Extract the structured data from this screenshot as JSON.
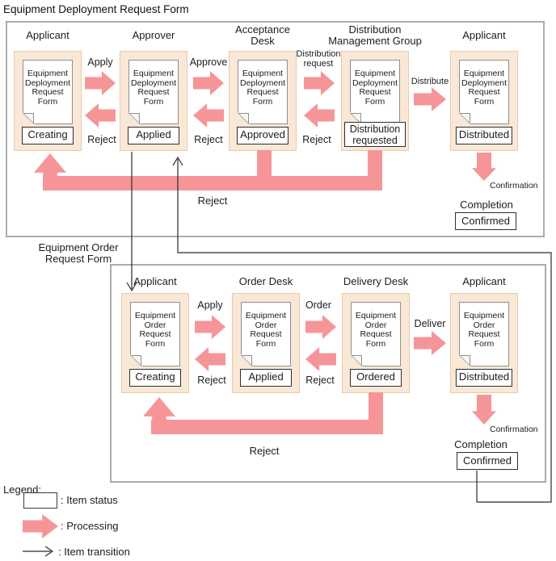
{
  "title": "Equipment Deployment Request Form",
  "diagram1": {
    "columns": [
      {
        "header": "Applicant",
        "doc": "Equipment Deployment Request Form",
        "status": "Creating"
      },
      {
        "header": "Approver",
        "doc": "Equipment Deployment Request Form",
        "status": "Applied"
      },
      {
        "header": "Acceptance Desk",
        "doc": "Equipment Deployment Request Form",
        "status": "Approved"
      },
      {
        "header": "Distribution Management Group",
        "doc": "Equipment Deployment Request Form",
        "status": "Distribution requested"
      },
      {
        "header": "Applicant",
        "doc": "Equipment Deployment Request Form",
        "status": "Distributed"
      }
    ],
    "flow_labels": {
      "apply": "Apply",
      "approve": "Approve",
      "distribution_request": "Distribution request",
      "distribute": "Distribute"
    },
    "reject_labels": [
      "Reject",
      "Reject",
      "Reject"
    ],
    "big_reject": "Reject",
    "confirmation": "Confirmation",
    "completion": "Completion",
    "confirmed": "Confirmed"
  },
  "link_label": "Equipment Order Request Form",
  "diagram2": {
    "columns": [
      {
        "header": "Applicant",
        "doc": "Equipment Order Request Form",
        "status": "Creating"
      },
      {
        "header": "Order Desk",
        "doc": "Equipment Order Request Form",
        "status": "Applied"
      },
      {
        "header": "Delivery Desk",
        "doc": "Equipment Order Request Form",
        "status": "Ordered"
      },
      {
        "header": "Applicant",
        "doc": "Equipment Order Request Form",
        "status": "Distributed"
      }
    ],
    "flow_labels": {
      "apply": "Apply",
      "order": "Order",
      "deliver": "Deliver"
    },
    "reject_labels": [
      "Reject",
      "Reject"
    ],
    "big_reject": "Reject",
    "confirmation": "Confirmation",
    "completion": "Completion",
    "confirmed": "Confirmed"
  },
  "legend": {
    "title": "Legend:",
    "item_status": ": Item status",
    "processing": ": Processing",
    "item_transition": ": Item transition"
  },
  "colors": {
    "processing_pink": "#F69598",
    "card_bg": "#FAE8D6",
    "card_border": "#E8CBAA",
    "frame_border": "#ACACAC",
    "status_border": "#2E2E2E"
  }
}
